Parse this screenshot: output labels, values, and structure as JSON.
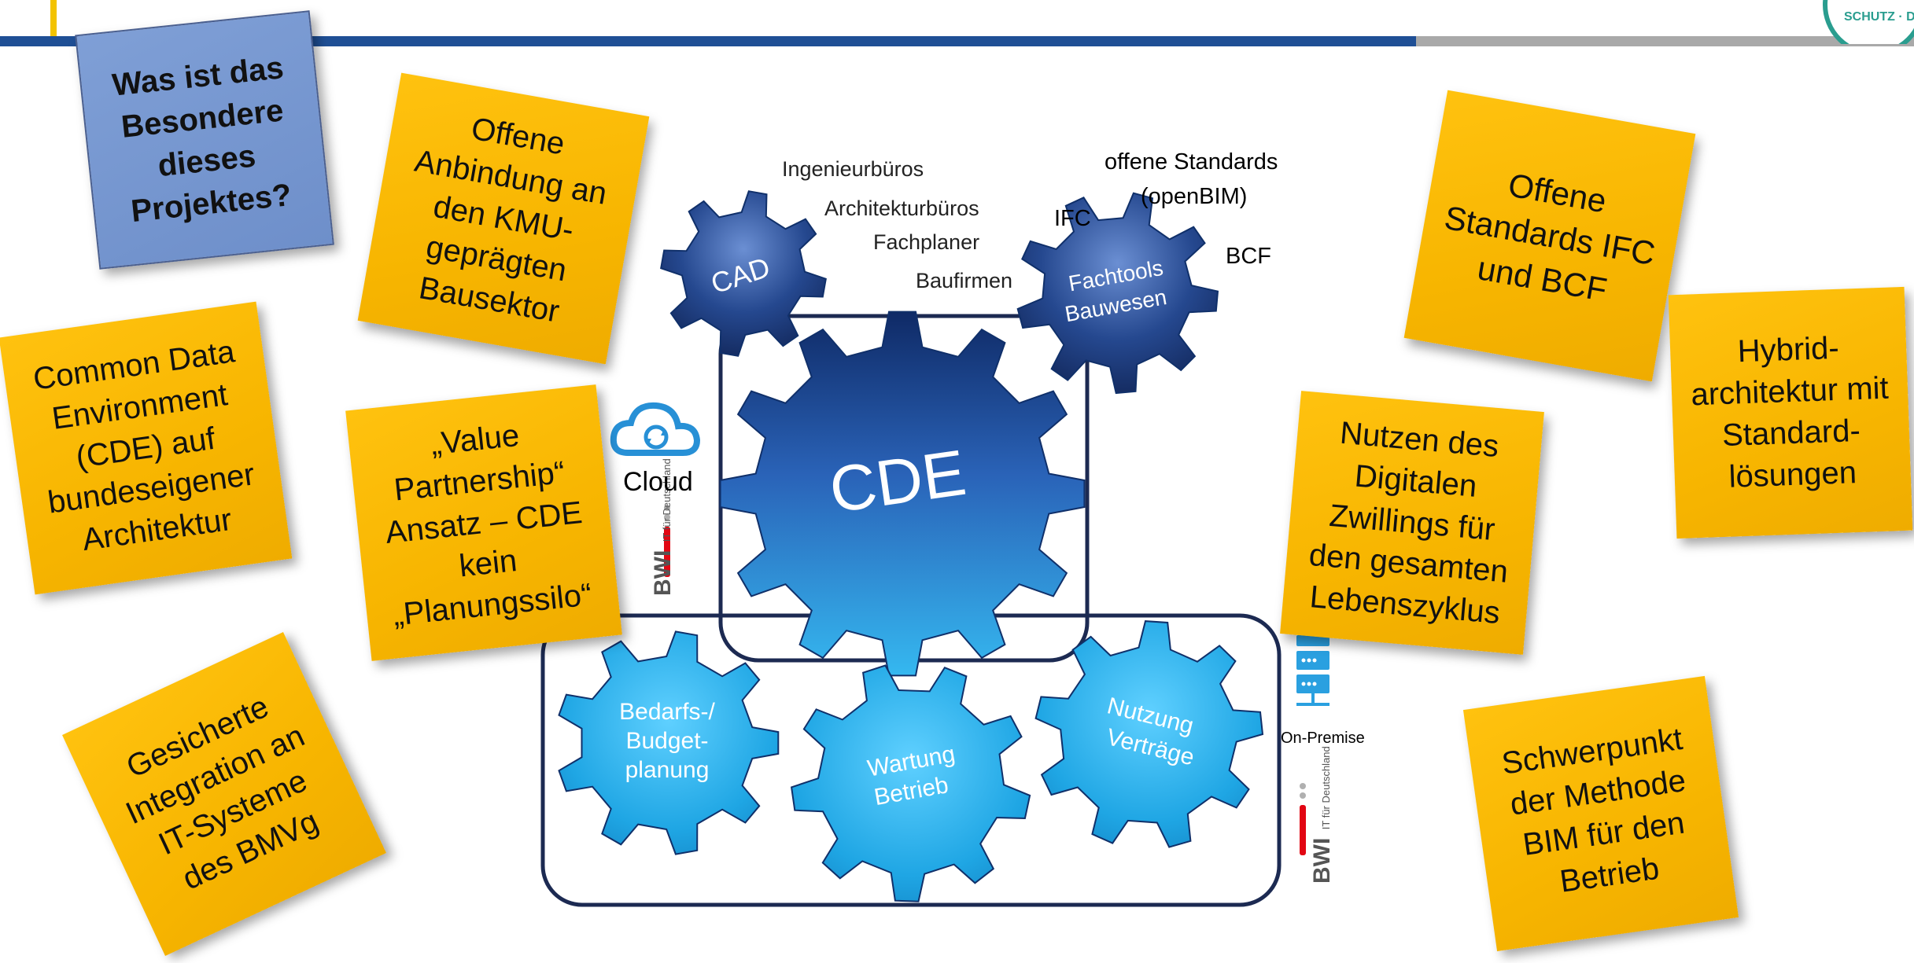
{
  "notes": {
    "special": "Was ist das Besondere dieses Projektes?",
    "offene_anbindung": "Offene Anbindung an den KMU-geprägten Bausektor",
    "cde_bundeseigen": "Common Data Environment (CDE) auf bundeseigener Architektur",
    "value_partnership": "„Value Partnership“ Ansatz – CDE kein „Planungssilo“",
    "gesicherte_integration": "Gesicherte Integration an IT-Systeme des BMVg",
    "offene_standards": "Offene Standards IFC und BCF",
    "hybrid": "Hybrid-architektur mit Standard-lösungen",
    "digitaler_zwilling": "Nutzen des Digitalen Zwillings für den gesamten Lebenszyklus",
    "schwerpunkt": "Schwerpunkt der Methode BIM für den Betrieb"
  },
  "gears": {
    "cde": "CDE",
    "cad": "CAD",
    "fachtools_1": "Fachtools",
    "fachtools_2": "Bauwesen",
    "bedarf_1": "Bedarfs-/",
    "bedarf_2": "Budget-",
    "bedarf_3": "planung",
    "wartung_1": "Wartung",
    "wartung_2": "Betrieb",
    "nutzung_1": "Nutzung",
    "nutzung_2": "Verträge"
  },
  "labels": {
    "ingenieurbueros": "Ingenieurbüros",
    "architekturbueros": "Architekturbüros",
    "fachplaner": "Fachplaner",
    "baufirmen": "Baufirmen",
    "offene_standards": "offene Standards",
    "openbim": "(openBIM)",
    "ifc": "IFC",
    "bcf": "BCF",
    "cloud": "Cloud",
    "on_premise": "On-Premise",
    "bwi": "BWI",
    "bwi_sub": "IT für Deutschland"
  },
  "colors": {
    "note_yellow": "#f7b500",
    "note_blue": "#6e8fca",
    "gear_dark": "#1e3c78",
    "gear_light": "#29aee6",
    "frame": "#1c2a52",
    "band": "#1f4f95"
  }
}
